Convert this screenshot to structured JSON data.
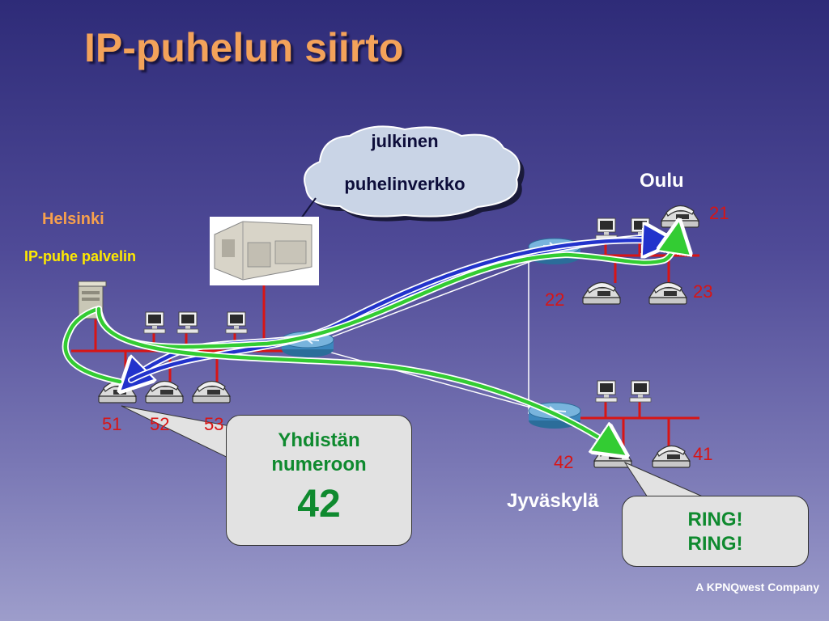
{
  "slide": {
    "title": "IP-puhelun siirto",
    "footer": "A KPNQwest Company"
  },
  "cloud": {
    "line1": "julkinen",
    "line2": "puhelinverkko"
  },
  "sites": {
    "helsinki": "Helsinki",
    "server_label": "IP-puhe palvelin",
    "oulu": "Oulu",
    "jyvaskyla": "Jyväskylä"
  },
  "phones": {
    "p51": "51",
    "p52": "52",
    "p53": "53",
    "p21": "21",
    "p22": "22",
    "p23": "23",
    "p41": "41",
    "p42": "42"
  },
  "callouts": {
    "dial": {
      "line1": "Yhdistän",
      "line2": "numeroon",
      "number": "42"
    },
    "ring": {
      "line1": "RING!",
      "line2": "RING!"
    }
  },
  "colors": {
    "background_top": "#2e2b78",
    "background_bottom": "#9d9dcb",
    "title": "#f3a25a",
    "signalling_path": "#2233cc",
    "voice_path": "#33cc33",
    "lan": "#d81515",
    "phone_number": "#d81515",
    "callout_text": "#0f8a2f"
  },
  "icons": [
    "server-icon",
    "pbx-photo",
    "router-icon",
    "phone-icon",
    "computer-icon",
    "cloud-icon",
    "arrow-icon"
  ]
}
